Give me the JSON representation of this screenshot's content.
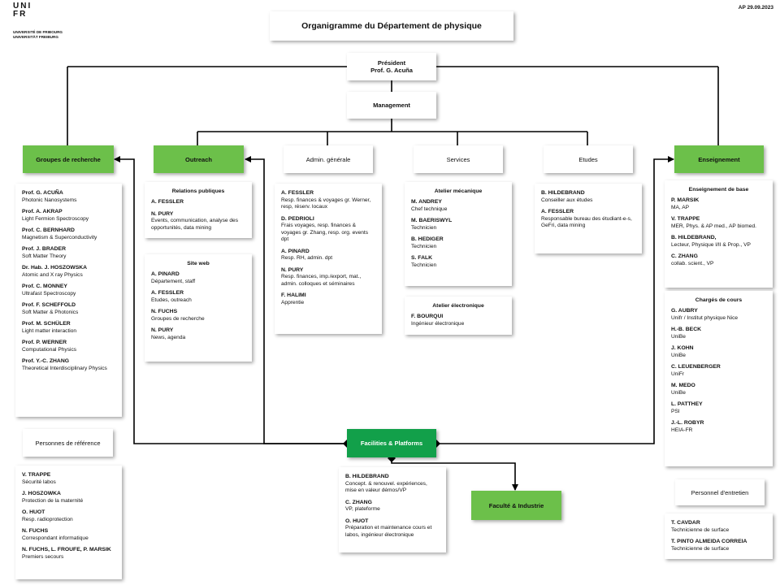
{
  "logo": {
    "line1": "UNI",
    "line2": "FR",
    "sub1": "UNIVERSITÉ DE FRIBOURG",
    "sub2": "UNIVERSITÄT FREIBURG"
  },
  "date": "AP 29.09.2023",
  "title": "Organigramme du Département de physique",
  "president": {
    "label": "Président",
    "name": "Prof. G. Acuña"
  },
  "management": "Management",
  "sections": {
    "groupes": "Groupes de recherche",
    "outreach": "Outreach",
    "admin": "Admin. générale",
    "services": "Services",
    "etudes": "Etudes",
    "enseignement": "Enseignement",
    "facilities": "Facilities & Platforms",
    "faculte": "Faculté & Industrie",
    "personnes_ref": "Personnes de référence",
    "personnel_entretien": "Personnel d'entretien"
  },
  "groupes": [
    {
      "name": "Prof. G. ACUÑA",
      "role": "Photonic Nanosystems"
    },
    {
      "name": "Prof. A. AKRAP",
      "role": "Light Fermion Spectroscopy"
    },
    {
      "name": "Prof. C. BERNHARD",
      "role": "Magnetism & Superconductivity"
    },
    {
      "name": "Prof. J. BRADER",
      "role": "Soft Matter Theory"
    },
    {
      "name": "Dr. Hab. J. HOSZOWSKA",
      "role": "Atomic and X ray Physics"
    },
    {
      "name": "Prof. C. MONNEY",
      "role": "Ultrafast Spectroscopy"
    },
    {
      "name": "Prof. F. SCHEFFOLD",
      "role": "Soft Matter & Photonics"
    },
    {
      "name": "Prof. M. SCHÜLER",
      "role": "Light matter interaction"
    },
    {
      "name": "Prof. P. WERNER",
      "role": "Computational Physics"
    },
    {
      "name": "Prof. Y.-C. ZHANG",
      "role": "Theoretical Interdisciplinary Physics"
    }
  ],
  "personnes_ref": [
    {
      "name": "V. TRAPPE",
      "role": "Sécurité labos"
    },
    {
      "name": "J. HOSZOWKA",
      "role": "Protection de la maternité"
    },
    {
      "name": "O. HUOT",
      "role": "Resp. radioprotection"
    },
    {
      "name": "N. FUCHS",
      "role": "Correspondant informatique"
    },
    {
      "name": "N. FUCHS, L. FROUFE, P. MARSIK",
      "role": "Premiers secours"
    }
  ],
  "relations": {
    "title": "Relations publiques",
    "people": [
      {
        "name": "A. FESSLER",
        "role": ""
      },
      {
        "name": "N. PURY",
        "role": "Events, communication, analyse des opportunités, data mining"
      }
    ]
  },
  "siteweb": {
    "title": "Site web",
    "people": [
      {
        "name": "A. PINARD",
        "role": "Département, staff"
      },
      {
        "name": "A. FESSLER",
        "role": "Etudes, outreach"
      },
      {
        "name": "N. FUCHS",
        "role": "Groupes de recherche"
      },
      {
        "name": "N. PURY",
        "role": "News, agenda"
      }
    ]
  },
  "admin": [
    {
      "name": "A. FESSLER",
      "role": "Resp. finances & voyages gr. Werner, resp, réserv. locaux"
    },
    {
      "name": "D. PEDRIOLI",
      "role": "Frais voyages, resp. finances & voyages gr. Zhang, resp. org. events dpt"
    },
    {
      "name": "A. PINARD",
      "role": "Resp. RH, admin. dpt"
    },
    {
      "name": "N. PURY",
      "role": "Resp. finances, imp./export, mat., admin. colloques et séminaires"
    },
    {
      "name": "F. HALIMI",
      "role": "Apprentie"
    }
  ],
  "atelier_meca": {
    "title": "Atelier mécanique",
    "people": [
      {
        "name": "M. ANDREY",
        "role": "Chef technique"
      },
      {
        "name": "M. BAERISWYL",
        "role": "Technicien"
      },
      {
        "name": "B. HEDIGER",
        "role": "Technicien"
      },
      {
        "name": "S. FALK",
        "role": "Technicien"
      }
    ]
  },
  "atelier_elec": {
    "title": "Atelier électronique",
    "people": [
      {
        "name": "F. BOURQUI",
        "role": "Ingénieur électronique"
      }
    ]
  },
  "etudes": [
    {
      "name": "B. HILDEBRAND",
      "role": "Conseiller aux études"
    },
    {
      "name": "A. FESSLER",
      "role": "Responsable bureau des étudiant-e-s, GeFri, data mining"
    }
  ],
  "ens_base": {
    "title": "Enseignement de base",
    "people": [
      {
        "name": "P. MARSIK",
        "role": "MA, AP"
      },
      {
        "name": "V. TRAPPE",
        "role": "MER, Phys. & AP med., AP biomed."
      },
      {
        "name": "B. HILDEBRAND,",
        "role": "Lecteur, Physique I/II & Prop., VP"
      },
      {
        "name": "C. ZHANG",
        "role": "collab. scient., VP"
      }
    ]
  },
  "charges": {
    "title": "Chargés de cours",
    "people": [
      {
        "name": "G. AUBRY",
        "role": "Unifr / Institut physique Nice"
      },
      {
        "name": "H.-B. BECK",
        "role": "UniBe"
      },
      {
        "name": "J. KOHN",
        "role": "UniBe"
      },
      {
        "name": "C. LEUENBERGER",
        "role": "UniFr"
      },
      {
        "name": "M. MEDO",
        "role": "UniBe"
      },
      {
        "name": "L. PATTHEY",
        "role": "PSI"
      },
      {
        "name": "J.-L. ROBYR",
        "role": "HEIA-FR"
      }
    ]
  },
  "facilities": [
    {
      "name": "B. HILDEBRAND",
      "role": "Concept. & renouvel. expériences, mise en valeur démos/VP"
    },
    {
      "name": "C. ZHANG",
      "role": "VP, plateforme"
    },
    {
      "name": "O. HUOT",
      "role": "Préparation et maintenance cours et labos, ingénieur électronique"
    }
  ],
  "entretien": [
    {
      "name": "T. CAVDAR",
      "role": "Technicienne de surface"
    },
    {
      "name": "T. PINTO ALMEIDA CORREIA",
      "role": "Technicienne de surface"
    }
  ],
  "colors": {
    "green": "#6cc04a",
    "dark_green": "#12a04a"
  }
}
